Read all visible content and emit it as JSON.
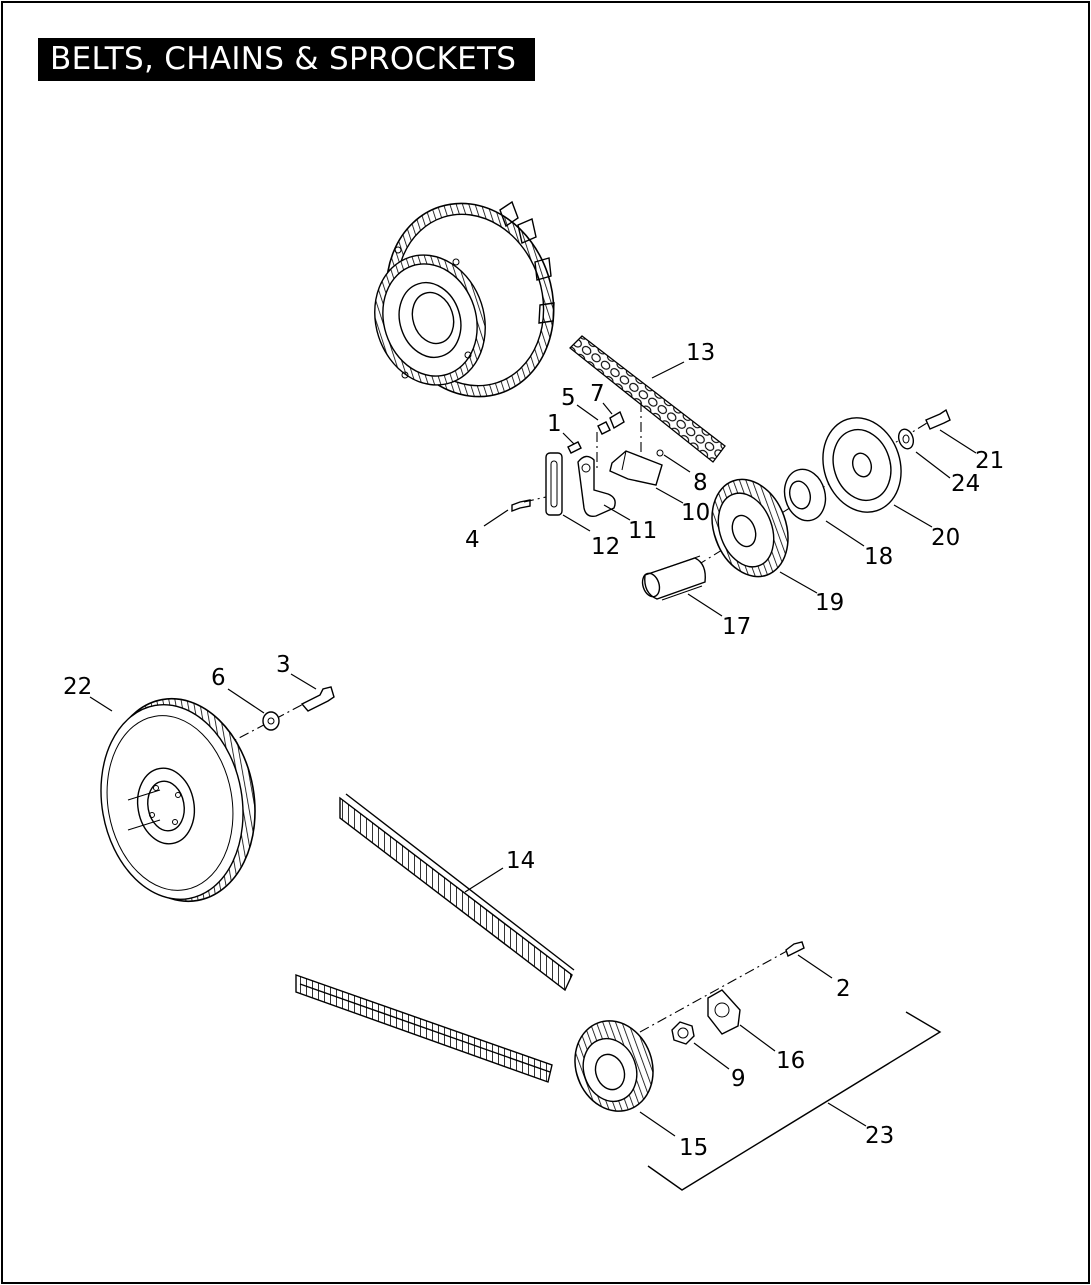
{
  "title": "BELTS, CHAINS & SPROCKETS",
  "callouts": {
    "c1": "1",
    "c2": "2",
    "c3": "3",
    "c4": "4",
    "c5": "5",
    "c6": "6",
    "c7": "7",
    "c8": "8",
    "c9": "9",
    "c10": "10",
    "c11": "11",
    "c12": "12",
    "c13": "13",
    "c14": "14",
    "c15": "15",
    "c16": "16",
    "c17": "17",
    "c18": "18",
    "c19": "19",
    "c20": "20",
    "c21": "21",
    "c22": "22",
    "c23": "23",
    "c24": "24"
  }
}
